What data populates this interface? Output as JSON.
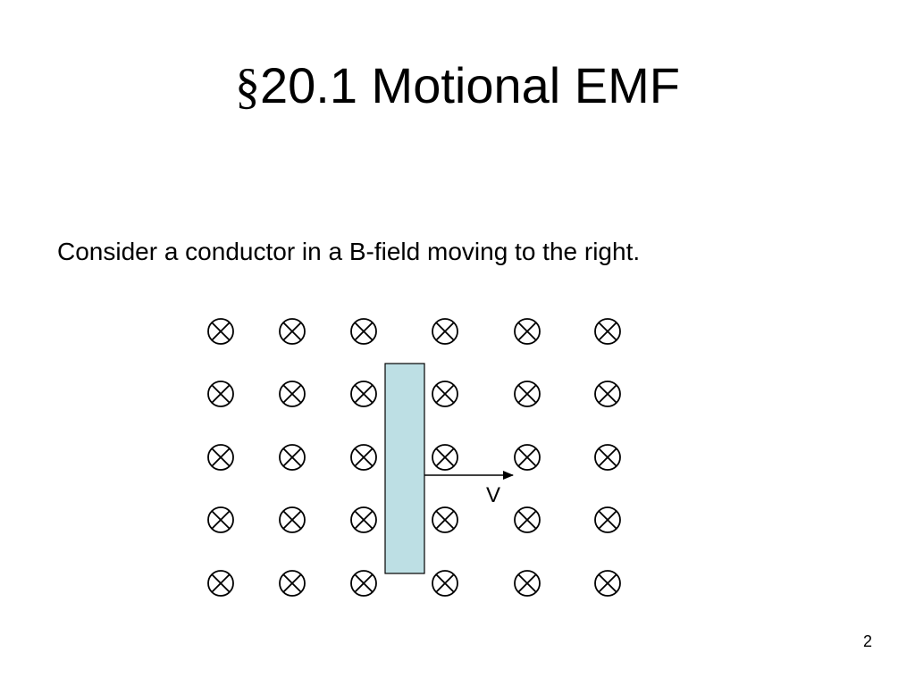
{
  "slide": {
    "title_symbol": "§",
    "title_text": "20.1 Motional EMF",
    "body": "Consider a conductor in a B-field moving to the right.",
    "page_number": "2"
  },
  "diagram": {
    "field_symbol_rows": 5,
    "field_symbol_columns": 6,
    "conductor_color": "#bddfe4",
    "velocity_label": "V"
  }
}
